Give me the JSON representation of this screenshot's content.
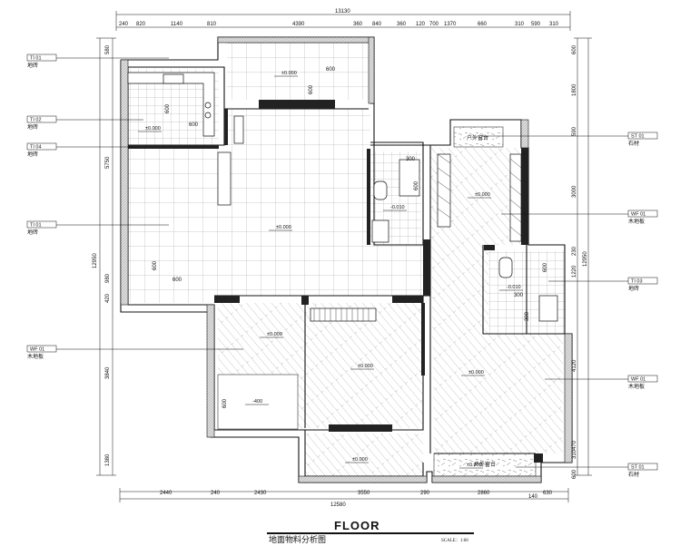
{
  "title": "FLOOR",
  "subtitle": "地面物料分析图",
  "scale": "SCALE：1:60",
  "dims_top_total": "13130",
  "dims_top": [
    "240",
    "820",
    "1140",
    "810",
    "4390",
    "360",
    "840",
    "360",
    "120",
    "700",
    "1370",
    "660",
    "310",
    "590",
    "310"
  ],
  "dims_bottom_total": "12580",
  "dims_bottom": [
    "2440",
    "240",
    "2430",
    "3550",
    "290",
    "2860",
    "140",
    "630"
  ],
  "dims_left_total": "12950",
  "dims_left": [
    "580",
    "5750",
    "980",
    "420",
    "3840",
    "1380"
  ],
  "dims_right_total": "12950",
  "dims_right": [
    "600",
    "1800",
    "590",
    "3000",
    "230",
    "1220",
    "4120",
    "470",
    "310",
    "600"
  ],
  "left_tags": [
    {
      "code": "TI  01",
      "name": "地砖"
    },
    {
      "code": "TI  02",
      "name": "地砖"
    },
    {
      "code": "TI  04",
      "name": "地砖"
    },
    {
      "code": "TI  01",
      "name": "地砖"
    },
    {
      "code": "WF  01",
      "name": "木地板"
    }
  ],
  "right_tags": [
    {
      "code": "ST  01",
      "name": "石材"
    },
    {
      "code": "WF  01",
      "name": "木地板"
    },
    {
      "code": "TI  03",
      "name": "地砖"
    },
    {
      "code": "WF  01",
      "name": "木地板"
    },
    {
      "code": "ST  01",
      "name": "石材"
    }
  ],
  "elevations": [
    "±0.000",
    "±0.000",
    "±0.000",
    "±0.000",
    "-0.010",
    "±0.000",
    "-0.010",
    "±0.000",
    "±0.000",
    "-400",
    "±0.000",
    "±0.000"
  ],
  "tile_dims": [
    "600",
    "600",
    "600",
    "600",
    "300",
    "600",
    "600",
    "600",
    "600",
    "300",
    "300",
    "600"
  ],
  "stone_labels": [
    "户外窗台",
    "户外窗台"
  ]
}
